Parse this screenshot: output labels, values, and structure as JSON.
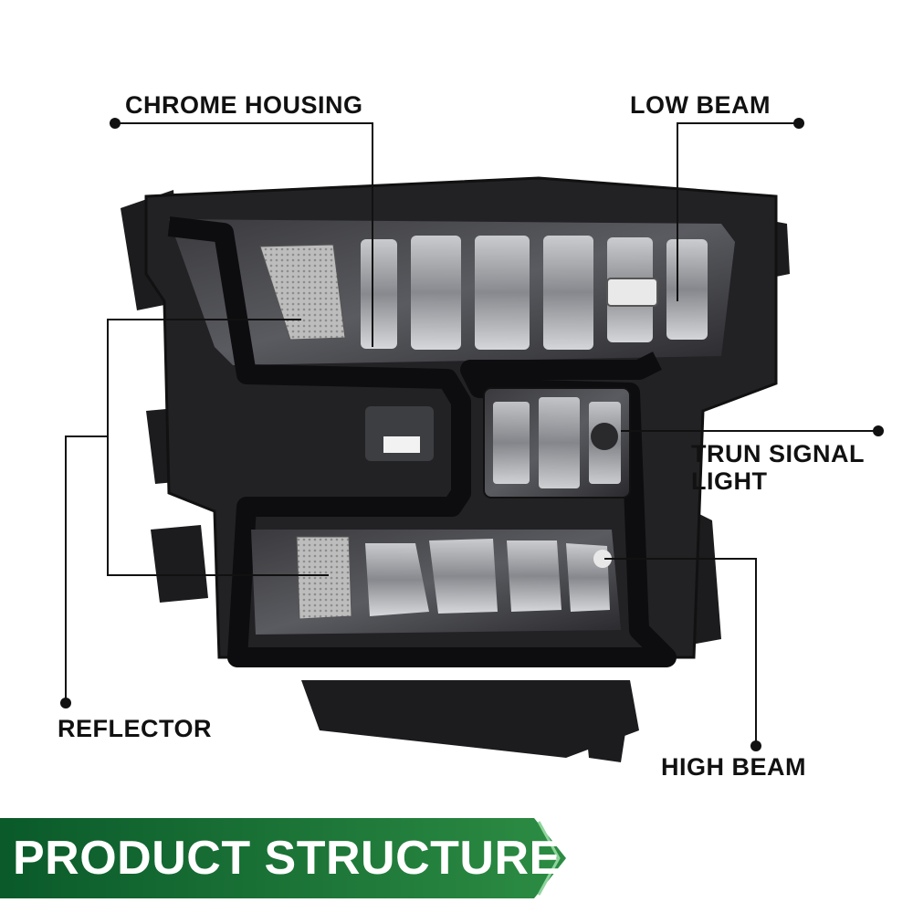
{
  "callouts": {
    "chrome_housing": "CHROME HOUSING",
    "low_beam": "LOW BEAM",
    "turn_signal_line1": "TRUN SIGNAL",
    "turn_signal_line2": "LIGHT",
    "reflector": "REFLECTOR",
    "high_beam": "HIGH BEAM"
  },
  "banner": {
    "title": "PRODUCT STRUCTURE",
    "color_dark": "#0a5a2a",
    "color_light": "#2c8c43"
  },
  "product": {
    "subject": "headlight assembly",
    "lens_tint": "smoked"
  }
}
